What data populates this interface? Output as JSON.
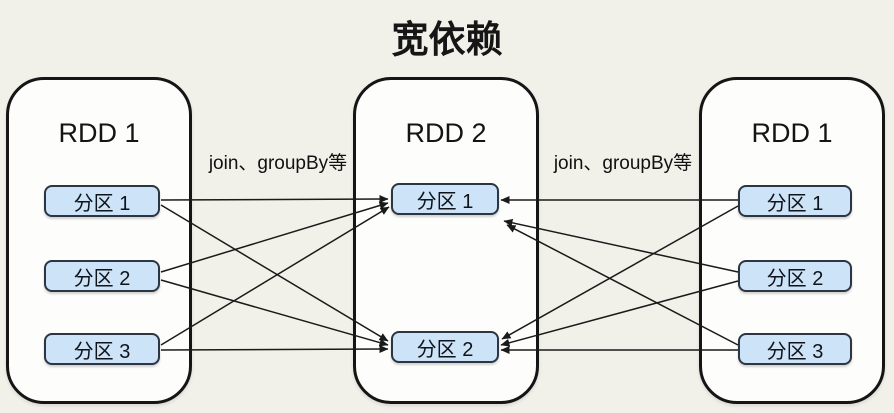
{
  "title": "宽依赖",
  "colors": {
    "background": "#f1f0e9",
    "container_fill": "#fdfdfb",
    "container_border": "#151515",
    "partition_fill": "#cde3f8",
    "partition_border": "#2c3542",
    "arrow": "#1a1a1a",
    "text": "#111111"
  },
  "rdds": [
    {
      "id": "left",
      "label": "RDD 1",
      "partitions": [
        {
          "id": "L1",
          "label": "分区 1"
        },
        {
          "id": "L2",
          "label": "分区 2"
        },
        {
          "id": "L3",
          "label": "分区 3"
        }
      ]
    },
    {
      "id": "middle",
      "label": "RDD 2",
      "partitions": [
        {
          "id": "M1",
          "label": "分区 1"
        },
        {
          "id": "M2",
          "label": "分区 2"
        }
      ]
    },
    {
      "id": "right",
      "label": "RDD 1",
      "partitions": [
        {
          "id": "R1",
          "label": "分区 1"
        },
        {
          "id": "R2",
          "label": "分区 2"
        },
        {
          "id": "R3",
          "label": "分区 3"
        }
      ]
    }
  ],
  "edge_labels": [
    {
      "id": "left-gap",
      "text": "join、groupBy等"
    },
    {
      "id": "right-gap",
      "text": "join、groupBy等"
    }
  ],
  "edges": [
    {
      "from": "L1",
      "to": "M1"
    },
    {
      "from": "L1",
      "to": "M2"
    },
    {
      "from": "L2",
      "to": "M1"
    },
    {
      "from": "L2",
      "to": "M2"
    },
    {
      "from": "L3",
      "to": "M1"
    },
    {
      "from": "L3",
      "to": "M2"
    },
    {
      "from": "R1",
      "to": "M1"
    },
    {
      "from": "R1",
      "to": "M2"
    },
    {
      "from": "R2",
      "to": "M1"
    },
    {
      "from": "R2",
      "to": "M2"
    },
    {
      "from": "R3",
      "to": "M1"
    },
    {
      "from": "R3",
      "to": "M2"
    }
  ]
}
